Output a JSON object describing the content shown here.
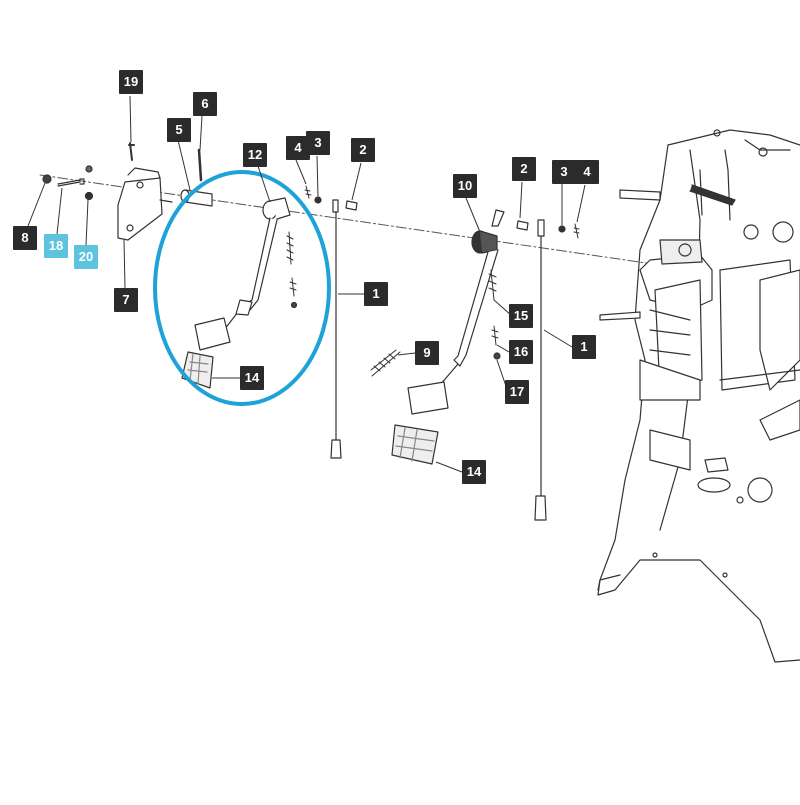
{
  "diagram": {
    "accent_color": "#1ea3d8",
    "callouts": [
      {
        "id": "c19",
        "label": "19"
      },
      {
        "id": "c6",
        "label": "6"
      },
      {
        "id": "c5",
        "label": "5"
      },
      {
        "id": "c12",
        "label": "12"
      },
      {
        "id": "c4a",
        "label": "4"
      },
      {
        "id": "c3a",
        "label": "3"
      },
      {
        "id": "c2a",
        "label": "2"
      },
      {
        "id": "c10",
        "label": "10"
      },
      {
        "id": "c2b",
        "label": "2"
      },
      {
        "id": "c3b",
        "label": "3"
      },
      {
        "id": "c4b",
        "label": "4"
      },
      {
        "id": "c8",
        "label": "8"
      },
      {
        "id": "c18",
        "label": "18",
        "highlight": true
      },
      {
        "id": "c20",
        "label": "20",
        "highlight": true
      },
      {
        "id": "c7",
        "label": "7"
      },
      {
        "id": "c1a",
        "label": "1"
      },
      {
        "id": "c9",
        "label": "9"
      },
      {
        "id": "c15",
        "label": "15"
      },
      {
        "id": "c16",
        "label": "16"
      },
      {
        "id": "c1b",
        "label": "1"
      },
      {
        "id": "c17",
        "label": "17"
      },
      {
        "id": "c14a",
        "label": "14"
      },
      {
        "id": "c14b",
        "label": "14"
      }
    ]
  }
}
